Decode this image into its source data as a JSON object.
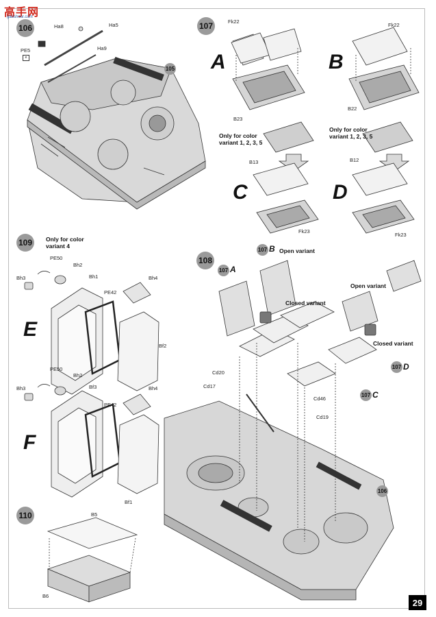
{
  "watermark": {
    "cn": "高手网",
    "url": "gaoshour.com"
  },
  "page_number": "29",
  "steps": {
    "s106_top": "106",
    "s105": "105",
    "s107": "107",
    "s109": "109",
    "s108": "108",
    "s110": "110",
    "s106_bottom": "106",
    "r107a": "107",
    "r107b": "107",
    "r107c": "107",
    "r107d": "107"
  },
  "letters": {
    "A": "A",
    "B": "B",
    "C": "C",
    "D": "D",
    "E": "E",
    "F": "F"
  },
  "ref_suffix": {
    "a": "A",
    "b": "B",
    "c": "C",
    "d": "D"
  },
  "notes": {
    "c_only_color_line1": "Only for color",
    "c_only_color_line2": "variant 1, 2, 3, 5",
    "d_only_color_line1": "Only for color",
    "d_only_color_line2": "variant 1, 2, 3, 5",
    "s109_only_line1": "Only for color",
    "s109_only_line2": "variant 4",
    "open_variant_1": "Open variant",
    "open_variant_2": "Open variant",
    "closed_variant_1": "Closed variant",
    "closed_variant_2": "Closed variant"
  },
  "labels": {
    "ha8": "Ha8",
    "ha5": "Ha5",
    "ha9": "Ha9",
    "pe5": "PE5",
    "fk22_a": "Fk22",
    "b23": "B23",
    "fk22_b": "Fk22",
    "b22": "B22",
    "b13": "B13",
    "fk23_c": "Fk23",
    "b12": "B12",
    "fk23_d": "Fk23",
    "pe50_e": "PE50",
    "bh2_e": "Bh2",
    "bh3_e": "Bh3",
    "bh1": "Bh1",
    "pe42_e": "PE42",
    "bh4_e": "Bh4",
    "bf2": "Bf2",
    "pe50_f": "PE50",
    "bh2_f": "Bh2",
    "bh3_f": "Bh3",
    "bf3": "Bf3",
    "pe42_f": "PE42",
    "bh4_f": "Bh4",
    "bf1": "Bf1",
    "cd20": "Cd20",
    "cd17": "Cd17",
    "cd46": "Cd46",
    "cd19": "Cd19",
    "b5": "B5",
    "b6": "B6"
  }
}
